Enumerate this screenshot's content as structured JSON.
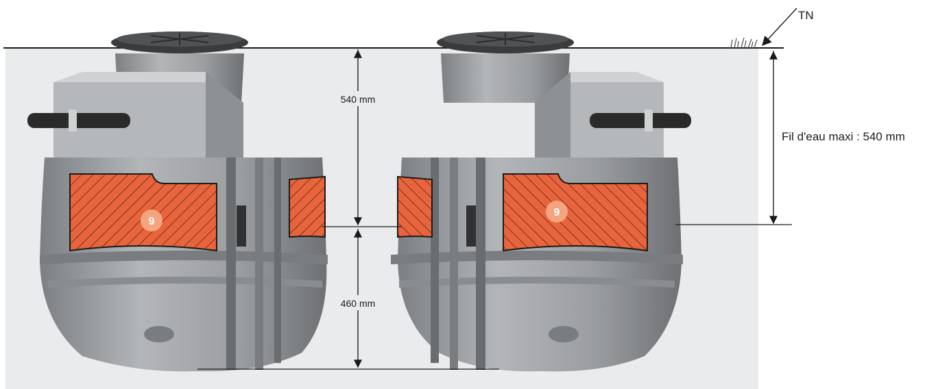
{
  "labels": {
    "ground_marker": "TN",
    "upper_depth": "540 mm",
    "lower_depth": "460 mm",
    "water_line": "Fil d'eau maxi : 540 mm"
  },
  "badges": {
    "left_tank": "9",
    "right_tank": "9"
  },
  "colors": {
    "soil": "#eaebec",
    "tank_body": "#9da0a3",
    "tank_dark": "#5f6265",
    "lid": "#3a3b3d",
    "zone_fill": "#e8643c",
    "zone_hatch": "#4a1f12",
    "badge": "#f4a47f"
  },
  "icons": {
    "grass": "grass-tuft-icon",
    "pointer": "diagonal-arrow-icon"
  }
}
